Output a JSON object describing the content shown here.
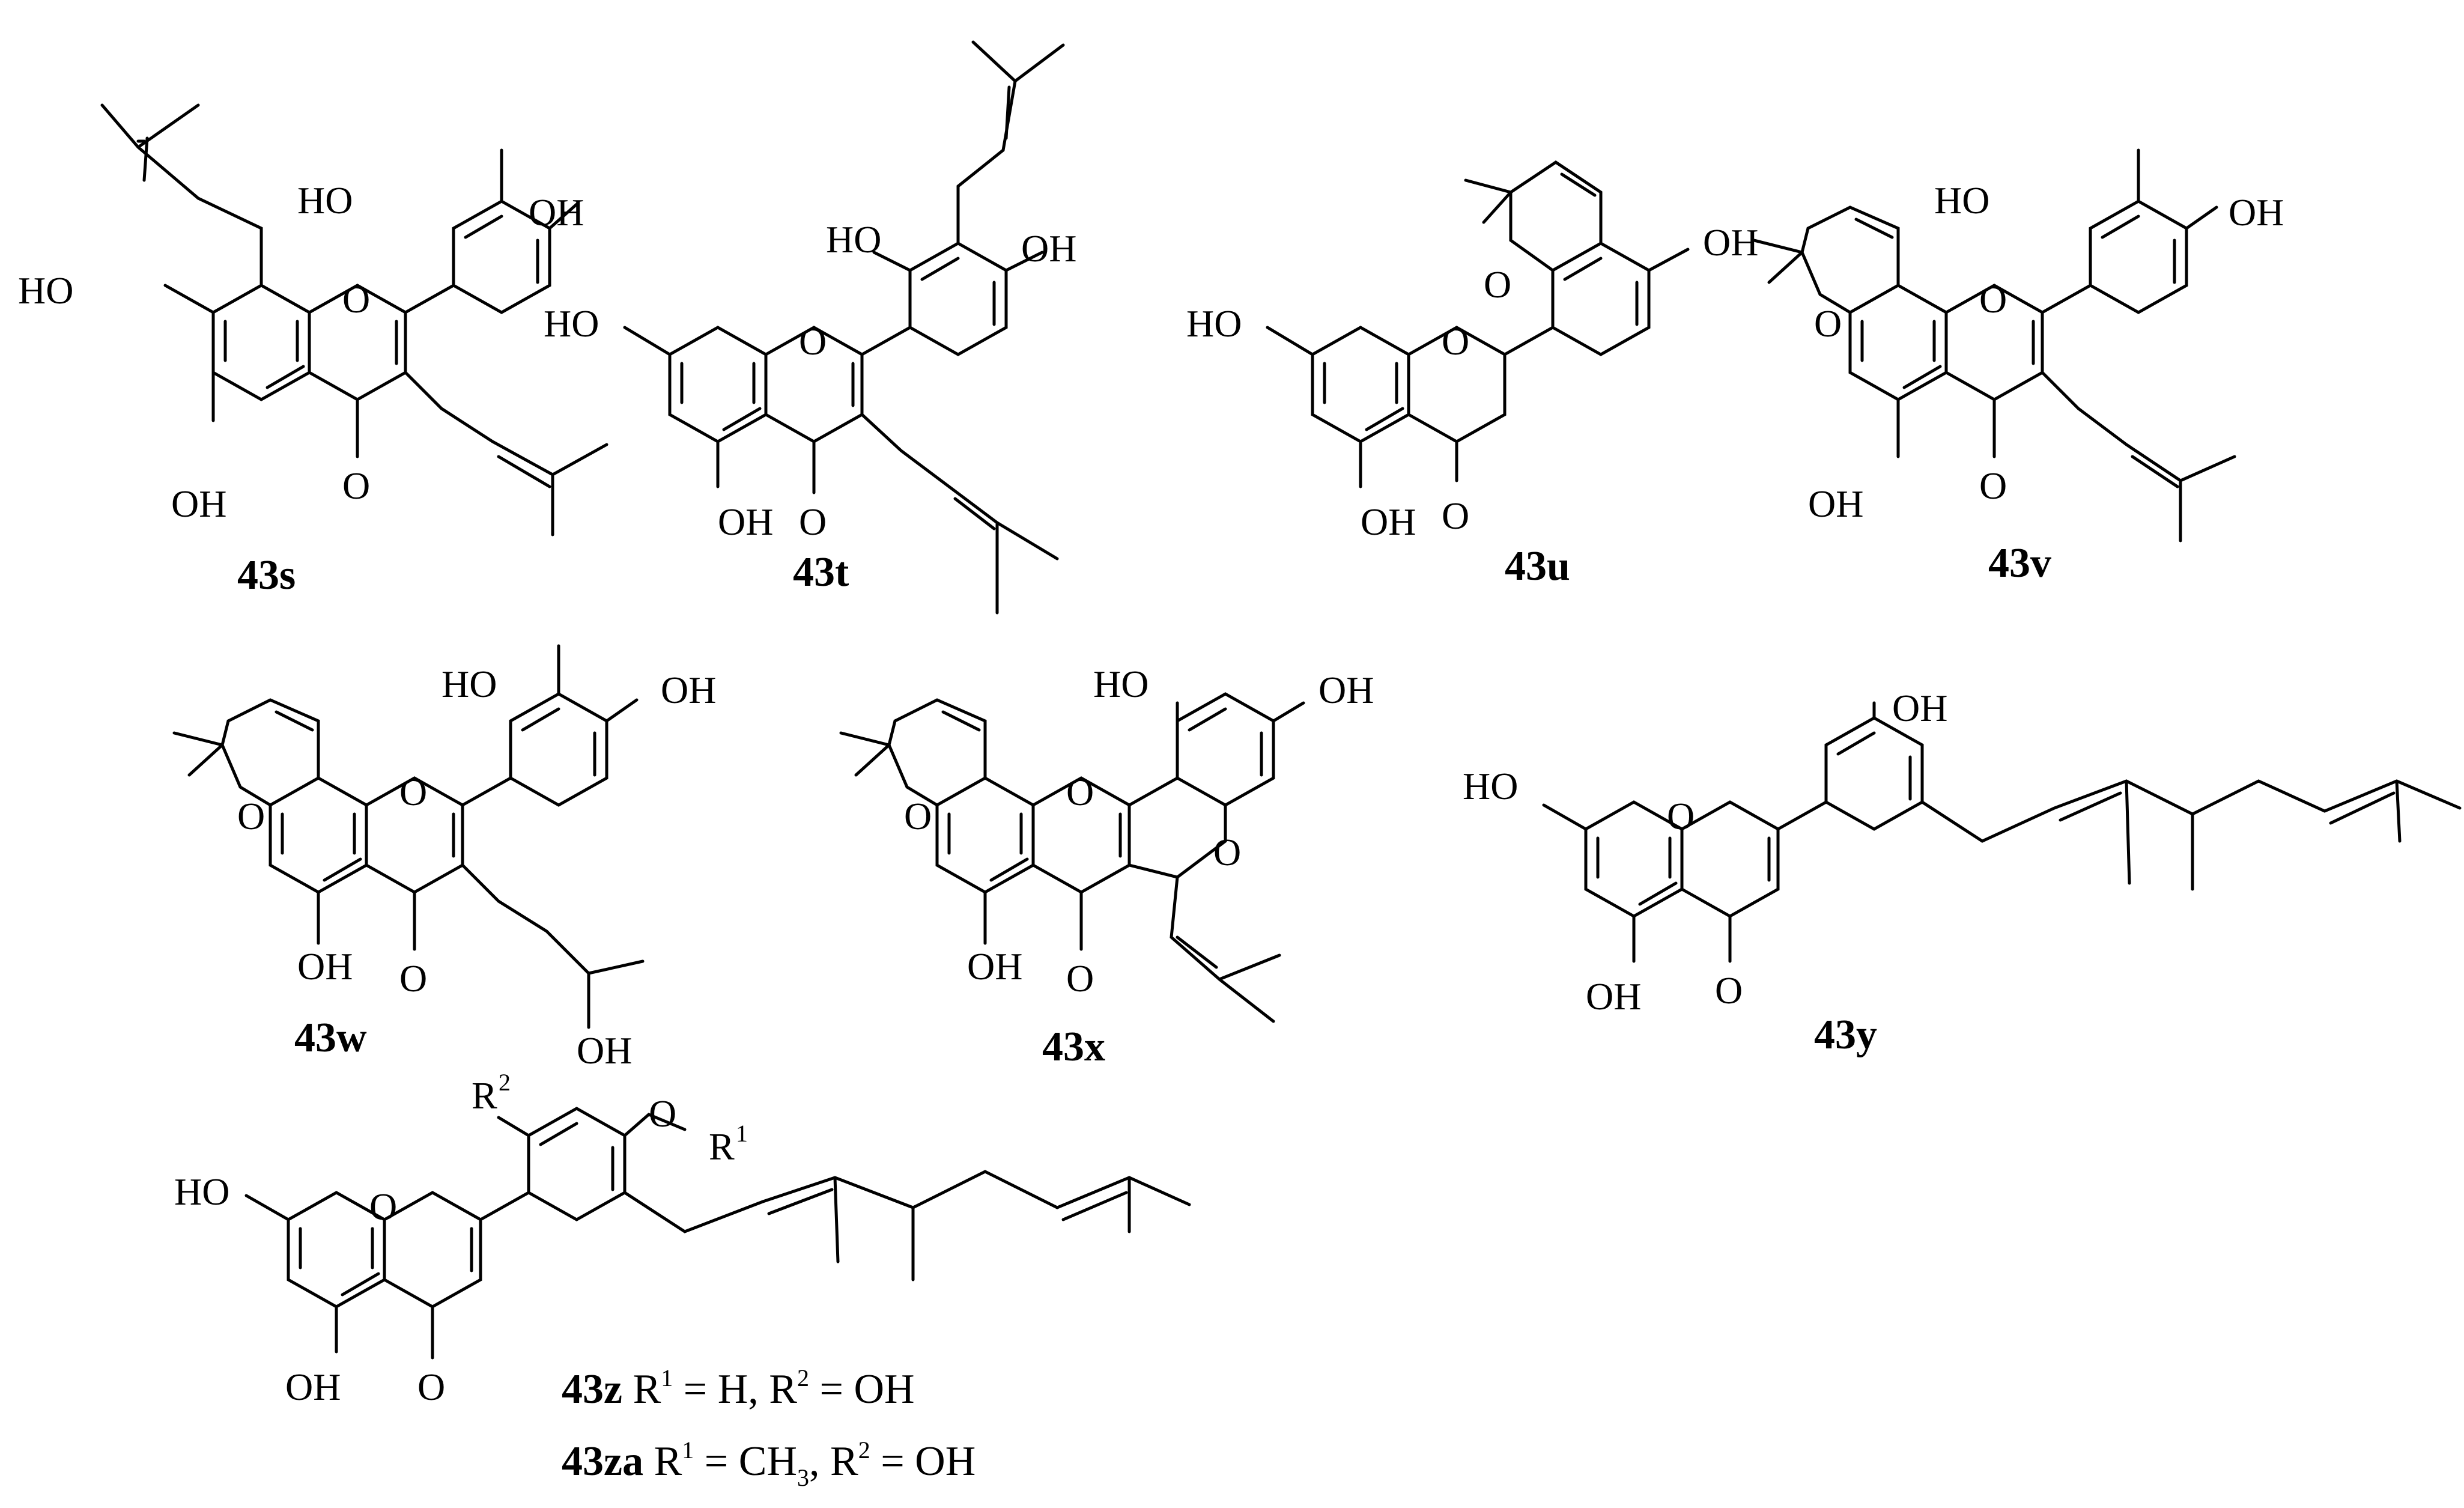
{
  "atoms": {
    "ho": "HO",
    "oh": "OH",
    "o": "O",
    "r": "R",
    "one": "1",
    "two": "2"
  },
  "compounds": [
    {
      "id": "43s"
    },
    {
      "id": "43t"
    },
    {
      "id": "43u"
    },
    {
      "id": "43v"
    },
    {
      "id": "43w"
    },
    {
      "id": "43x"
    },
    {
      "id": "43y"
    },
    {
      "id": "43z",
      "caption": [
        " R",
        "1",
        " = H, R",
        "2",
        " = OH"
      ]
    },
    {
      "id": "43za",
      "caption": [
        " R",
        "1",
        " = CH",
        "3",
        ", R",
        "2",
        " = OH"
      ]
    }
  ]
}
